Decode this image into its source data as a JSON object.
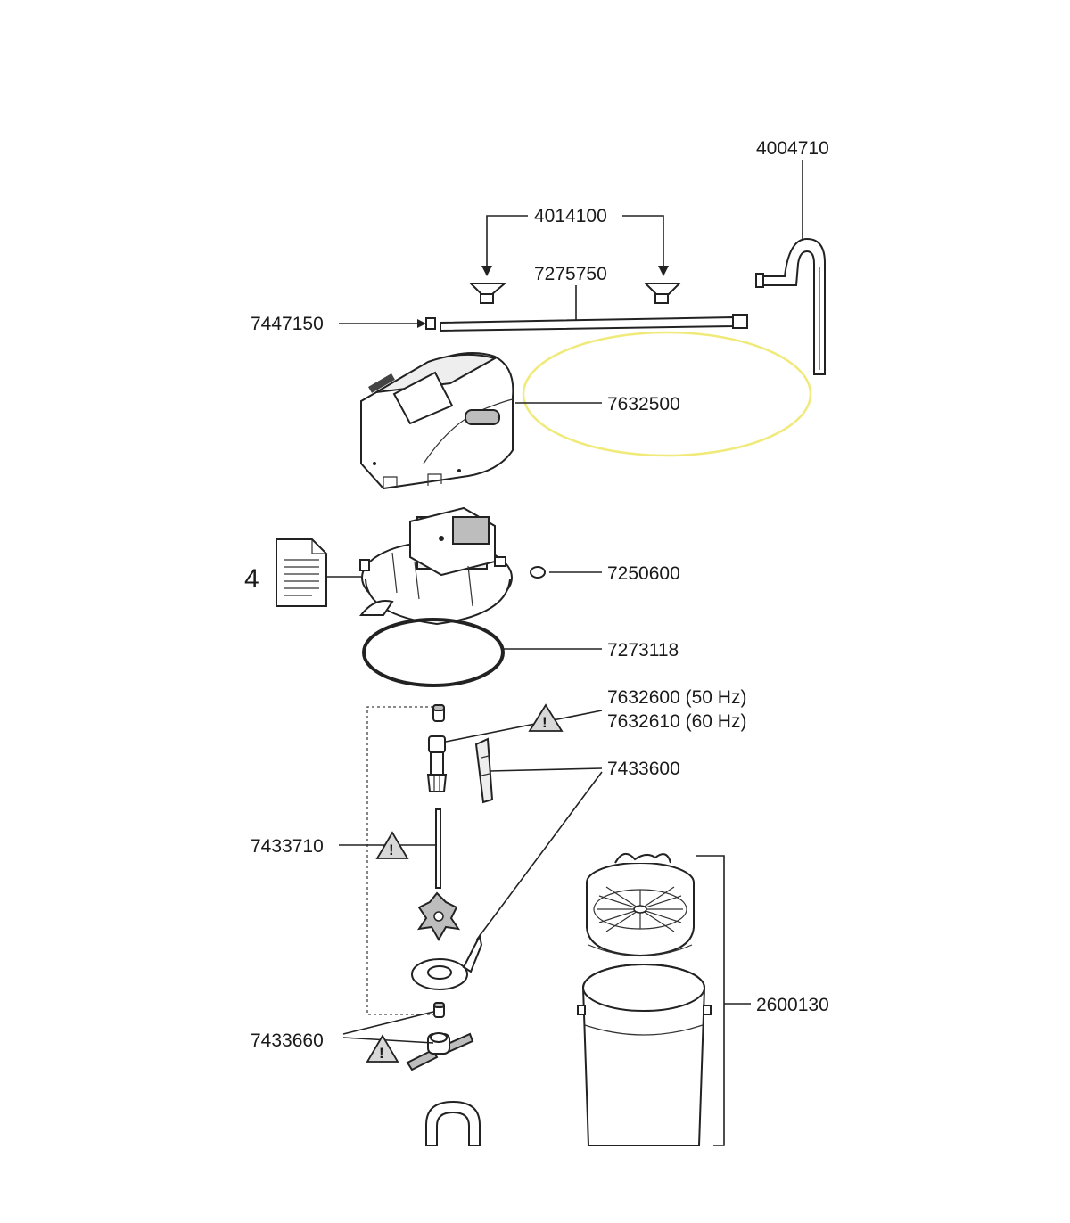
{
  "parts": {
    "p4004710": "4004710",
    "p4014100": "4014100",
    "p7275750": "7275750",
    "p7447150": "7447150",
    "p7632500": "7632500",
    "p7250600": "7250600",
    "p7273118": "7273118",
    "p7632600": "7632600 (50 Hz)",
    "p7632610": "7632610 (60 Hz)",
    "p7433600": "7433600",
    "p7433710": "7433710",
    "p2600130": "2600130",
    "p7433660": "7433660",
    "doc_number": "4"
  },
  "warning_glyph": "!",
  "icons": {
    "warning": "warning-triangle-icon",
    "document": "document-icon"
  },
  "colors": {
    "highlight": "#f0ea7a",
    "line": "#222222"
  }
}
